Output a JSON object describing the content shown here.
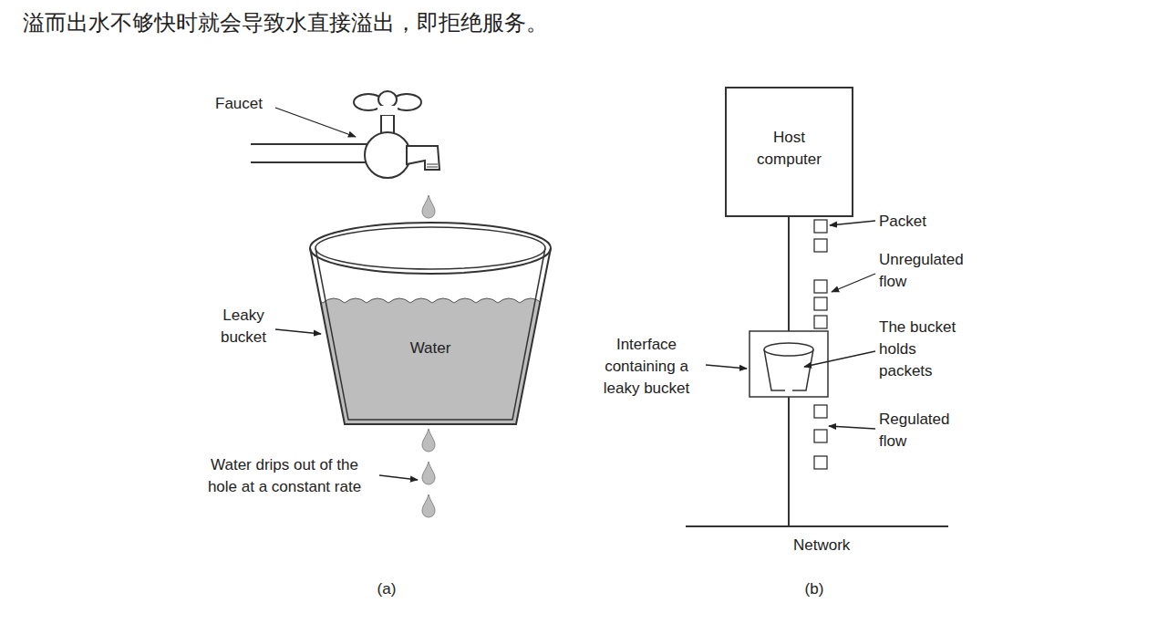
{
  "diagram": {
    "nodes": [
      {
        "text": [
          "Host computer"
        ]
      }
    ],
    "labels": [
      "溢而出水不够快时就会导致水直接溢出，即拒绝服务。",
      "Faucet",
      "Leaky bucket",
      "Water",
      "Water drips out of the hole at a constant rate",
      "Packet",
      "Unregulated flow",
      "The bucket holds packets",
      "Interface containing a leaky bucket",
      "Regulated flow",
      "Network",
      "(a)",
      "(b)"
    ]
  }
}
